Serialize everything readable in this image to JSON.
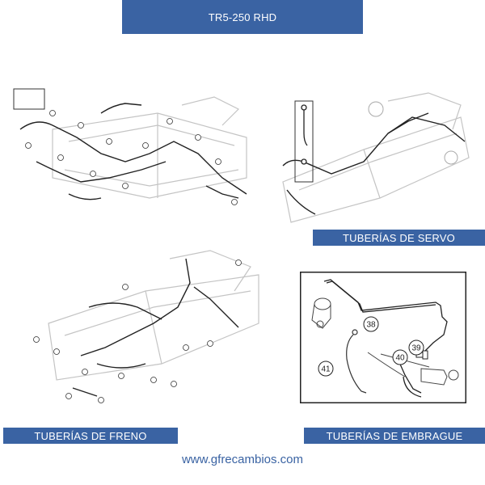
{
  "header": {
    "title": "TR5-250 RHD"
  },
  "sections": {
    "servo": "TUBERÍAS DE SERVO",
    "freno": "TUBERÍAS DE FRENO",
    "embrague": "TUBERÍAS DE EMBRAGUE"
  },
  "embrague_callouts": [
    "38",
    "39",
    "40",
    "41"
  ],
  "footer": {
    "website": "www.gfrecambios.com"
  },
  "colors": {
    "brand_blue": "#3a63a3",
    "line": "#222222",
    "chassis": "#bdbdbd"
  }
}
